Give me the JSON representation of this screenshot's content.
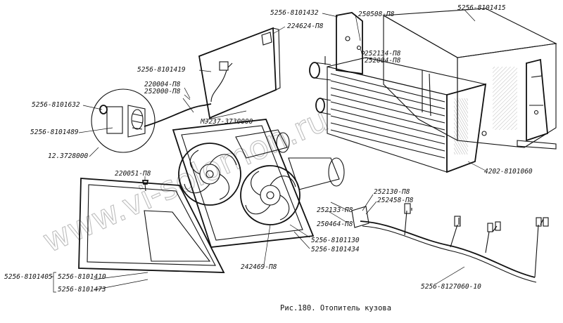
{
  "figure": {
    "caption": "Рис.180. Отопитель кузова",
    "watermark": "www.vi-solomon.ru"
  },
  "callouts": {
    "p8101432": "5256-8101432",
    "p250508": "250508-П8",
    "p8101415": "5256-8101415",
    "p224624": "224624-П8",
    "p252134": "252134-П8",
    "p252004": "252004-П8",
    "p8101419": "5256-8101419",
    "p220004": "220004-П8",
    "p252000": "252000-П8",
    "p8101632": "5256-8101632",
    "pM3237": "МЭ237-3730000",
    "p8101489": "5256-8101489",
    "p3728000": "12.3728000",
    "p4202": "4202-8101060",
    "p220051": "220051-П8",
    "p252130": "252130-П8",
    "p252458": "252458-П8",
    "p252133": "252133-П8",
    "p250464": "250464-П8",
    "p8101130": "5256-8101130",
    "p8101434": "5256-8101434",
    "p242469": "242469-П8",
    "p8101405": "5256-8101405",
    "p8101410": "5256-8101410",
    "p8101473": "5256-8101473",
    "p8127060": "5256-8127060-10"
  }
}
